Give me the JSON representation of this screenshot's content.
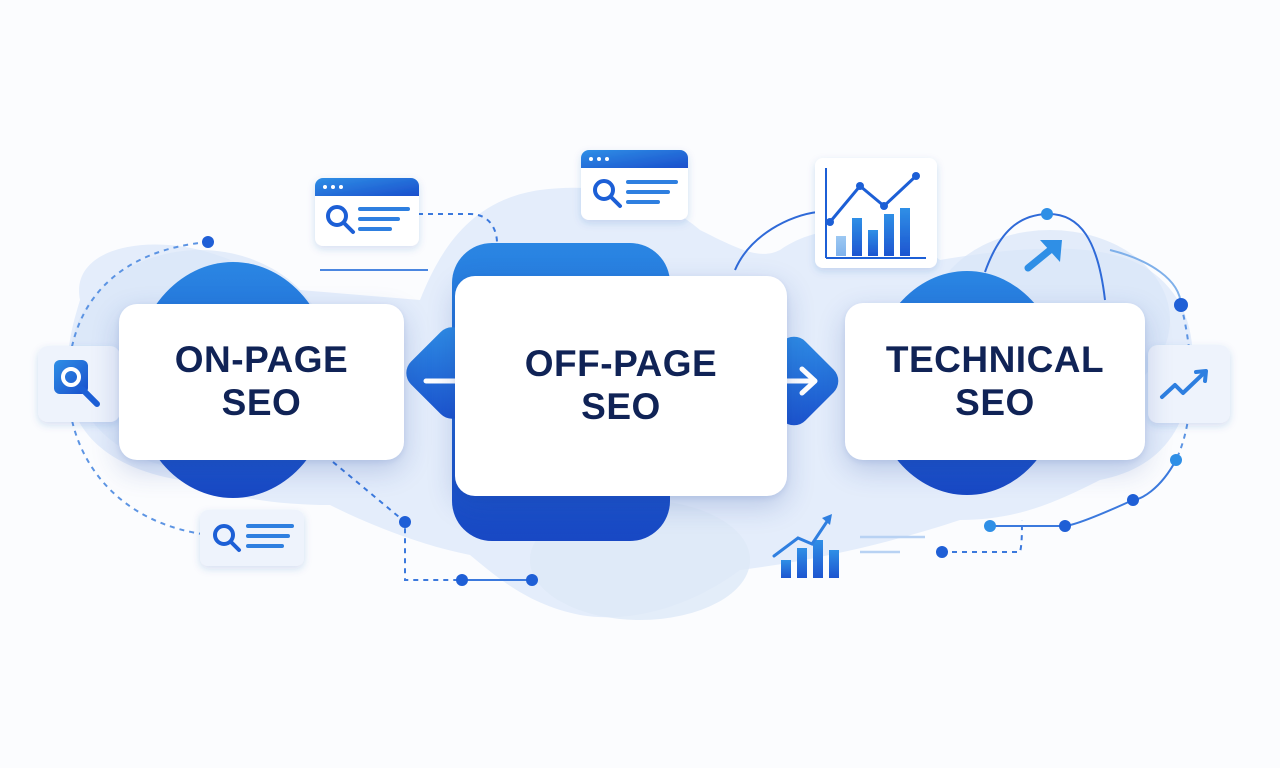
{
  "stages": [
    {
      "line1": "ON-PAGE",
      "line2": "SEO"
    },
    {
      "line1": "OFF-PAGE",
      "line2": "SEO"
    },
    {
      "line1": "TECHNICAL",
      "line2": "SEO"
    }
  ],
  "connectors": [
    {
      "icon": "arrow-right-icon"
    },
    {
      "icon": "arrow-right-icon"
    }
  ],
  "icons": [
    "search-icon",
    "browser-search-window-icon",
    "line-chart-icon",
    "bar-chart-icon",
    "trending-up-icon",
    "arrow-up-right-icon"
  ],
  "colors": {
    "primary_blue": "#1f5fd6",
    "light_blue": "#2f8fe6",
    "navy_text": "#102356",
    "pale_blue": "#dfe9f9"
  }
}
